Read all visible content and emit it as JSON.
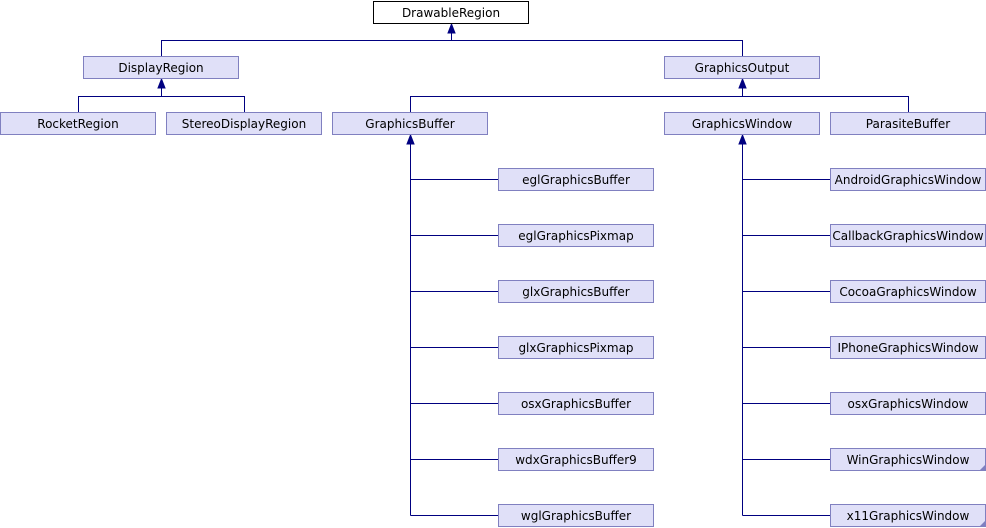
{
  "diagram": {
    "root": "DrawableRegion",
    "level1": [
      "DisplayRegion",
      "GraphicsOutput"
    ],
    "display_children": [
      "RocketRegion",
      "StereoDisplayRegion"
    ],
    "output_children": [
      "GraphicsBuffer",
      "GraphicsWindow",
      "ParasiteBuffer"
    ],
    "buffer_children": [
      "eglGraphicsBuffer",
      "eglGraphicsPixmap",
      "glxGraphicsBuffer",
      "glxGraphicsPixmap",
      "osxGraphicsBuffer",
      "wdxGraphicsBuffer9",
      "wglGraphicsBuffer"
    ],
    "window_children": [
      "AndroidGraphicsWindow",
      "CallbackGraphicsWindow",
      "CocoaGraphicsWindow",
      "IPhoneGraphicsWindow",
      "osxGraphicsWindow",
      "WinGraphicsWindow",
      "x11GraphicsWindow"
    ],
    "colors": {
      "box_fill": "#e0e0f8",
      "box_border": "#8080c0",
      "root_fill": "#ffffff",
      "root_border": "#000000",
      "edge": "#000080"
    }
  }
}
